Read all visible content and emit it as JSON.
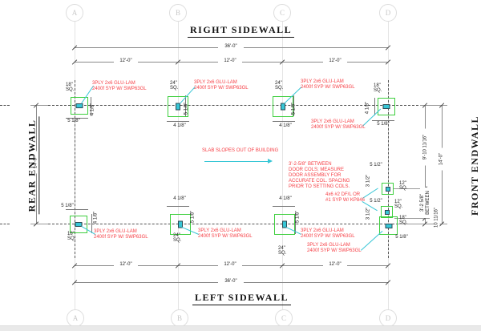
{
  "titles": {
    "top": "RIGHT  SIDEWALL",
    "bottom": "LEFT  SIDEWALL",
    "left": "REAR  ENDWALL",
    "right": "FRONT  ENDWALL"
  },
  "grid": {
    "a": "A",
    "b": "B",
    "c": "C",
    "d": "D"
  },
  "dims": {
    "overall": "36'-0\"",
    "bay": "12'-0\"",
    "height": "14'-0\"",
    "right_upper": "9'-10 11/16\"",
    "between_dim": "3'-2 5/8\"",
    "between_word": "BETWEEN",
    "right_lower": "10 11/16\"",
    "d418": "4 1/8\"",
    "d518": "5 1/8\"",
    "d512": "5 1/2\"",
    "d312": "3 1/2\"",
    "sq18": "18\"",
    "sq24": "24\"",
    "sq12": "12\"",
    "sq": "SQ."
  },
  "notes": {
    "glulam1": "3PLY 2x6 GLU-LAM",
    "glulam2": "2400f SYP W/ SWP63GL",
    "slab": "SLAB SLOPES OUT OF BUILDING",
    "door1": "3'-2-5/8\" BETWEEN",
    "door2": "DOOR COLS; MEASURE",
    "door3": "DOOR ASSEMBLY FOR",
    "door4": "ACCURATE COL. SPACING",
    "door5": "PRIOR TO SETTING COLS.",
    "post1": "4x6 #2 DF/L OR",
    "post2": "#1 SYP W/ KP846"
  },
  "colors": {
    "green": "#3ecf3e",
    "cyan": "#37c6d6",
    "red": "#f63e44"
  }
}
